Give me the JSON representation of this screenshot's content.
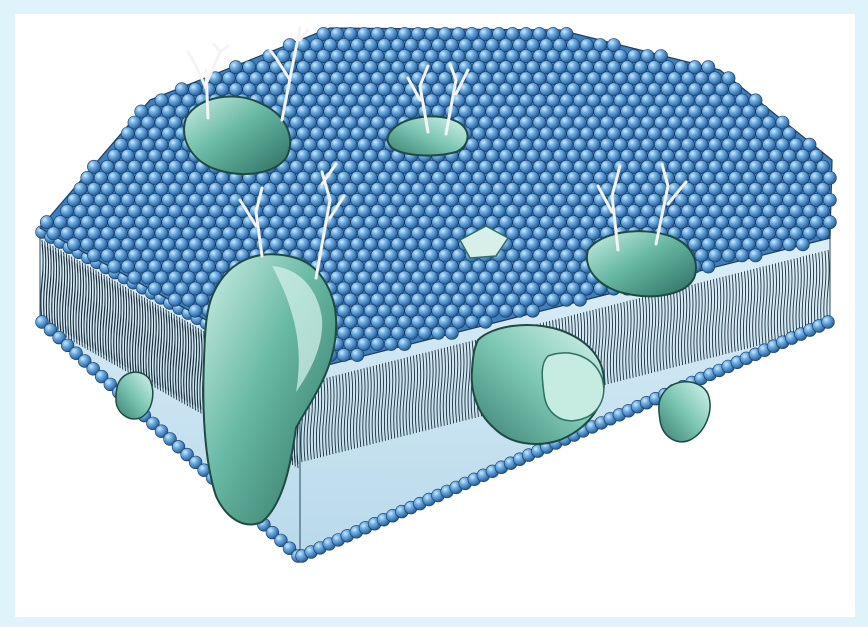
{
  "figure": {
    "subject": "",
    "colors": {
      "page_border": "#dff3fb",
      "canvas": "#ffffff",
      "lipid_head": "#4a8fd0",
      "lipid_head_light": "#a9d6f5",
      "lipid_head_dark": "#1c4f8a",
      "lipid_tail": "#1d2f3a",
      "protein": "#5fb49c",
      "protein_light": "#bfe8df",
      "protein_dark": "#2f6f63",
      "glyco_chain": "#f2f2f2"
    },
    "parts": [
      {
        "id": "phospholipid-heads-top"
      },
      {
        "id": "phospholipid-tails"
      },
      {
        "id": "phospholipid-heads-bottom"
      },
      {
        "id": "integral-proteins"
      },
      {
        "id": "peripheral-proteins"
      },
      {
        "id": "glycoprotein-chains"
      }
    ]
  }
}
